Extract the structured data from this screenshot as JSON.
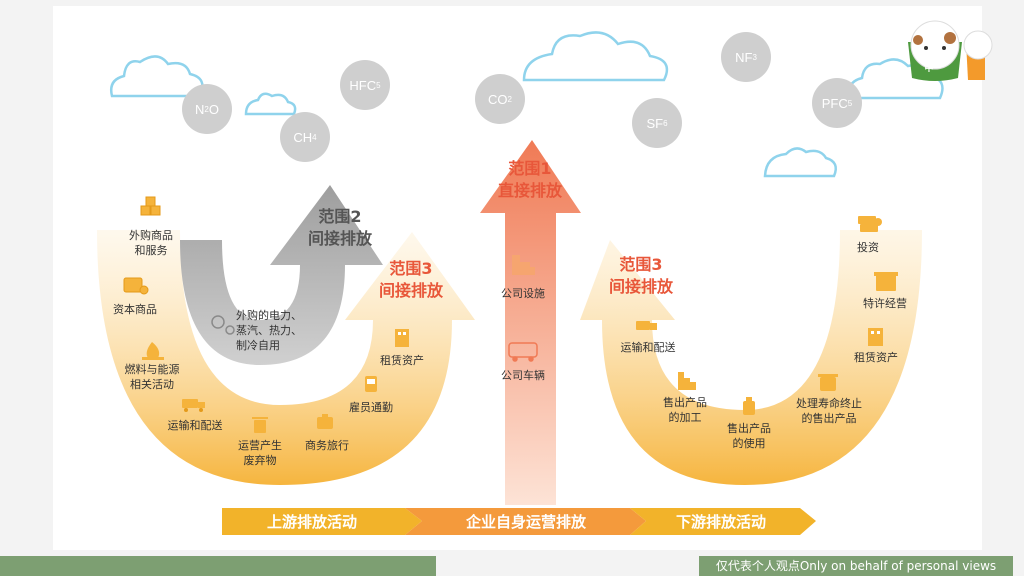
{
  "colors": {
    "orange": "#f2a93b",
    "orange_light": "#fde7c2",
    "red": "#e8573a",
    "gray": "#b8b8b8",
    "cloud": "#8fd3ec",
    "footer_green": "#7d9f72"
  },
  "gases": [
    {
      "main": "N",
      "sub": "2",
      "tail": "O"
    },
    {
      "main": "HFC",
      "sub": "5",
      "tail": ""
    },
    {
      "main": "CH",
      "sub": "4",
      "tail": ""
    },
    {
      "main": "CO",
      "sub": "2",
      "tail": ""
    },
    {
      "main": "NF",
      "sub": "3",
      "tail": ""
    },
    {
      "main": "SF",
      "sub": "6",
      "tail": ""
    },
    {
      "main": "PFC",
      "sub": "5",
      "tail": ""
    }
  ],
  "scopes": {
    "scope1": "范围1\n直接排放",
    "scope2": "范围2\n间接排放",
    "scope3_up": "范围3\n间接排放",
    "scope3_down": "范围3\n间接排放"
  },
  "upstream_items": [
    {
      "label": "外购商品\n和服务",
      "icon": "boxes-icon"
    },
    {
      "label": "资本商品",
      "icon": "package-icon"
    },
    {
      "label": "燃料与能源\n相关活动",
      "icon": "flame-icon"
    },
    {
      "label": "运输和配送",
      "icon": "truck-icon"
    },
    {
      "label": "运营产生\n废弃物",
      "icon": "trash-icon"
    },
    {
      "label": "商务旅行",
      "icon": "suitcase-icon"
    },
    {
      "label": "雇员通勤",
      "icon": "bus-icon"
    },
    {
      "label": "租赁资产",
      "icon": "building-icon"
    }
  ],
  "scope2_item": {
    "label": "外购的电力、\n蒸汽、热力、\n制冷自用",
    "icon": "gears-icon"
  },
  "scope1_items": [
    {
      "label": "公司设施",
      "icon": "factory-icon"
    },
    {
      "label": "公司车辆",
      "icon": "vehicle-icon"
    }
  ],
  "downstream_items": [
    {
      "label": "运输和配送",
      "icon": "truck-icon"
    },
    {
      "label": "售出产品\n的加工",
      "icon": "factory-icon"
    },
    {
      "label": "售出产品\n的使用",
      "icon": "product-icon"
    },
    {
      "label": "处理寿命终止\n的售出产品",
      "icon": "recycle-icon"
    },
    {
      "label": "租赁资产",
      "icon": "building-icon"
    },
    {
      "label": "特许经营",
      "icon": "store-icon"
    },
    {
      "label": "投资",
      "icon": "money-icon"
    }
  ],
  "bottom_bar": [
    "上游排放活动",
    "企业自身运营排放",
    "下游排放活动"
  ],
  "mascot_badge": "中",
  "footer_text": "仅代表个人观点Only on behalf of personal views"
}
